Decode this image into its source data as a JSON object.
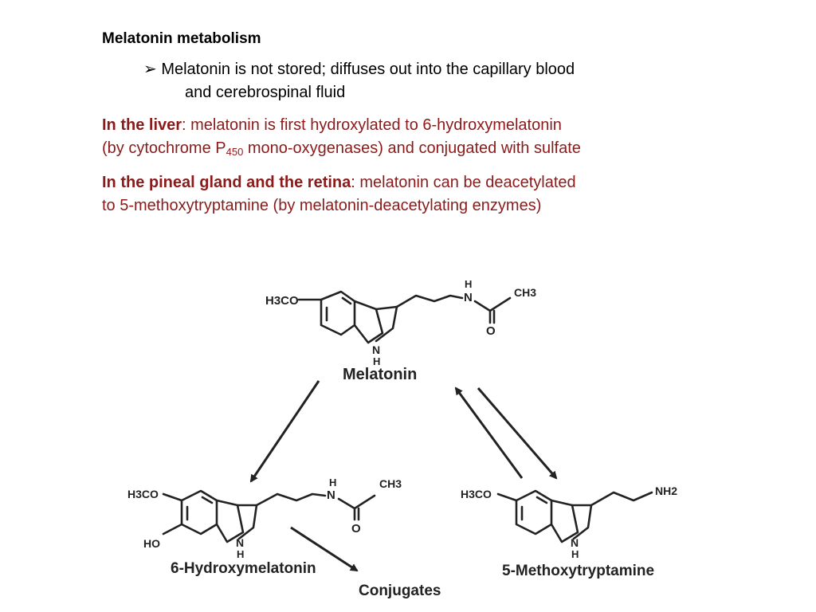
{
  "title": "Melatonin metabolism",
  "bullet": {
    "marker": "➢",
    "line1": "Melatonin is not stored; diffuses out into the capillary blood",
    "line2": "and cerebrospinal fluid"
  },
  "liver": {
    "label": "In the liver",
    "line1_rest": ": melatonin is first hydroxylated to 6-hydroxymelatonin",
    "line2_a": "(by cytochrome P",
    "line2_sub": "450",
    "line2_b": " mono-oxygenases) and conjugated with sulfate"
  },
  "pineal": {
    "label": "In the pineal gland and the retina",
    "line1_rest": ": melatonin can be deacetylated",
    "line2": "to 5-methoxytryptamine (by melatonin-deacetylating enzymes)"
  },
  "diagram": {
    "melatonin": {
      "name": "Melatonin",
      "h3co": "H3CO",
      "nh_h": "H",
      "nh_n": "N",
      "ch3": "CH3",
      "o": "O",
      "ring_n": "N",
      "ring_h": "H"
    },
    "hydroxy": {
      "name": "6-Hydroxymelatonin",
      "h3co": "H3CO",
      "ho": "HO",
      "nh_h": "H",
      "nh_n": "N",
      "ch3": "CH3",
      "o": "O",
      "ring_n": "N",
      "ring_h": "H"
    },
    "methoxy": {
      "name": "5-Methoxytryptamine",
      "h3co": "H3CO",
      "nh2": "NH2",
      "ring_n": "N",
      "ring_h": "H"
    },
    "conjugates": "Conjugates"
  }
}
